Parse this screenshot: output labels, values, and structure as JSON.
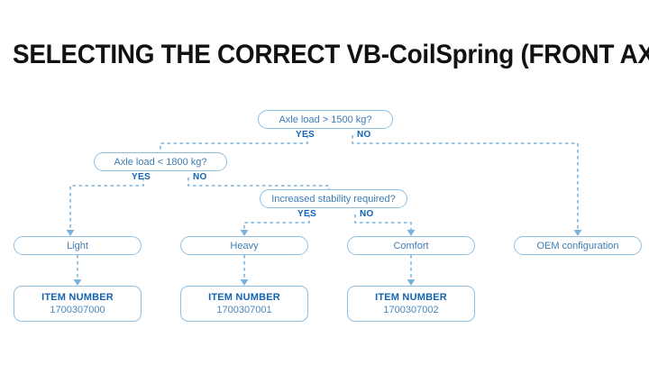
{
  "page": {
    "title": "SELECTING THE CORRECT VB-CoilSpring (FRONT AXLE)",
    "background_color": "#ffffff",
    "accent_color": "#1464b4",
    "line_color": "#7ab3dd",
    "box_border_color": "#8ec0e4",
    "box_text_color": "#3f7cb5"
  },
  "flowchart": {
    "type": "decision-tree",
    "decisions": [
      {
        "id": "d1",
        "question": "Axle load > 1500 kg?",
        "yes_label": "YES",
        "no_label": "NO",
        "yes_target": "d2",
        "no_target": "r4"
      },
      {
        "id": "d2",
        "question": "Axle load < 1800 kg?",
        "yes_label": "YES",
        "no_label": "NO",
        "yes_target": "r1",
        "no_target": "d3"
      },
      {
        "id": "d3",
        "question": "Increased stability required?",
        "yes_label": "YES",
        "no_label": "NO",
        "yes_target": "r2",
        "no_target": "r3"
      }
    ],
    "results": [
      {
        "id": "r1",
        "label": "Light"
      },
      {
        "id": "r2",
        "label": "Heavy"
      },
      {
        "id": "r3",
        "label": "Comfort"
      },
      {
        "id": "r4",
        "label": "OEM configuration"
      }
    ],
    "items": [
      {
        "id": "i1",
        "label": "ITEM NUMBER",
        "value": "1700307000",
        "source": "r1"
      },
      {
        "id": "i2",
        "label": "ITEM NUMBER",
        "value": "1700307001",
        "source": "r2"
      },
      {
        "id": "i3",
        "label": "ITEM NUMBER",
        "value": "1700307002",
        "source": "r3"
      }
    ]
  }
}
